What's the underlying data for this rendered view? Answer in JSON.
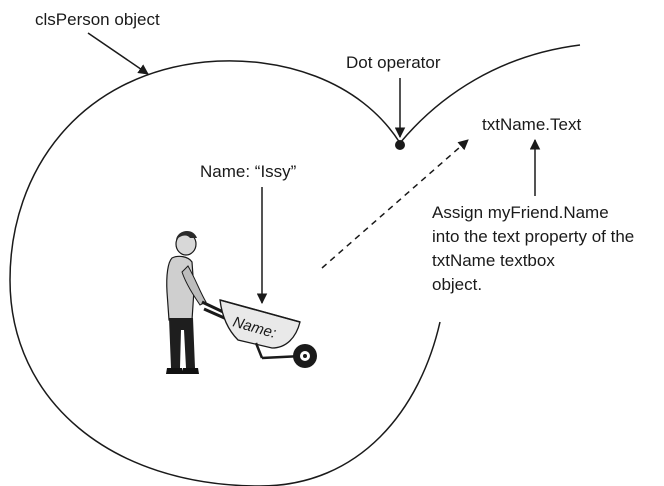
{
  "labels": {
    "cls_person": "clsPerson object",
    "dot_operator": "Dot operator",
    "txt_name_text": "txtName.Text",
    "name_issy": "Name: “Issy”",
    "wheelbarrow_label": "Name:",
    "assign_line1": "Assign myFriend.Name",
    "assign_line2": "into the text property of the",
    "assign_line3": "txtName textbox",
    "assign_line4": "object."
  },
  "icons": {
    "person": "person-pushing-wheelbarrow-icon",
    "dot": "dot-operator-point"
  }
}
